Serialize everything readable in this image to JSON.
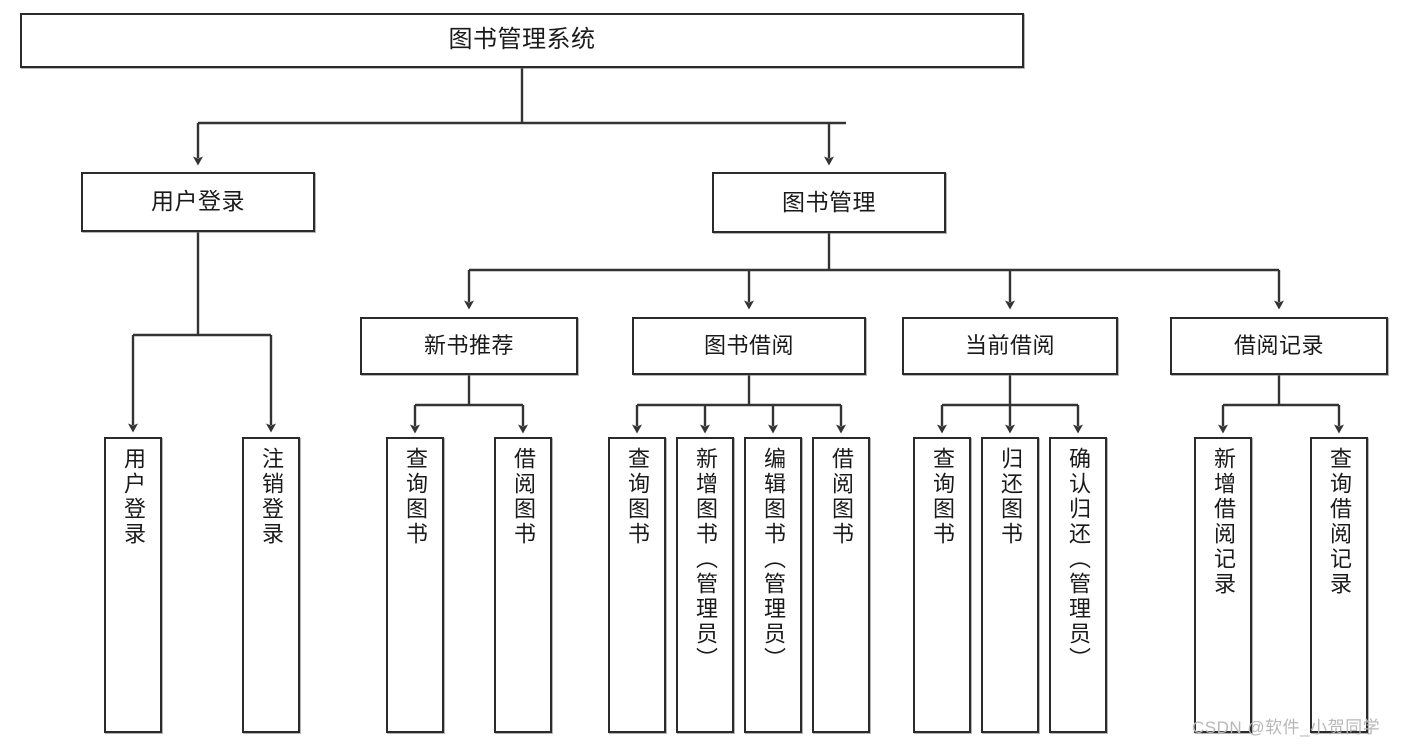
{
  "diagram": {
    "title": "图书管理系统",
    "type": "tree-hierarchy-chart",
    "watermark": "CSDN @软件_小贺同学",
    "colors": {
      "box_border": "#2b2b2b",
      "box_fill": "#ffffff",
      "connector": "#333333",
      "text": "#1a1a1a",
      "watermark": "#b8b8b8"
    }
  },
  "nodes": {
    "root": {
      "label": "图书管理系统"
    },
    "level1": [
      {
        "id": "user-login",
        "label": "用户登录"
      },
      {
        "id": "book-management",
        "label": "图书管理"
      }
    ],
    "level2": [
      {
        "id": "new-book-recommend",
        "label": "新书推荐"
      },
      {
        "id": "book-borrow",
        "label": "图书借阅"
      },
      {
        "id": "current-borrow",
        "label": "当前借阅"
      },
      {
        "id": "borrow-record",
        "label": "借阅记录"
      }
    ],
    "leaves": {
      "user_login": [
        {
          "id": "leaf-user-login",
          "label": "用户登录"
        },
        {
          "id": "leaf-logout-login",
          "label": "注销登录"
        }
      ],
      "new_book_recommend": [
        {
          "id": "leaf-query-book-1",
          "label": "查询图书"
        },
        {
          "id": "leaf-borrow-book-1",
          "label": "借阅图书"
        }
      ],
      "book_borrow": [
        {
          "id": "leaf-query-book-2",
          "label": "查询图书"
        },
        {
          "id": "leaf-add-book",
          "label": "新增图书（管理员）"
        },
        {
          "id": "leaf-edit-book",
          "label": "编辑图书（管理员）"
        },
        {
          "id": "leaf-borrow-book-2",
          "label": "借阅图书"
        }
      ],
      "current_borrow": [
        {
          "id": "leaf-query-book-3",
          "label": "查询图书"
        },
        {
          "id": "leaf-return-book",
          "label": "归还图书"
        },
        {
          "id": "leaf-confirm-return",
          "label": "确认归还（管理员）"
        }
      ],
      "borrow_record": [
        {
          "id": "leaf-add-borrow-record",
          "label": "新增借阅记录"
        },
        {
          "id": "leaf-query-borrow-record",
          "label": "查询借阅记录"
        }
      ]
    }
  }
}
